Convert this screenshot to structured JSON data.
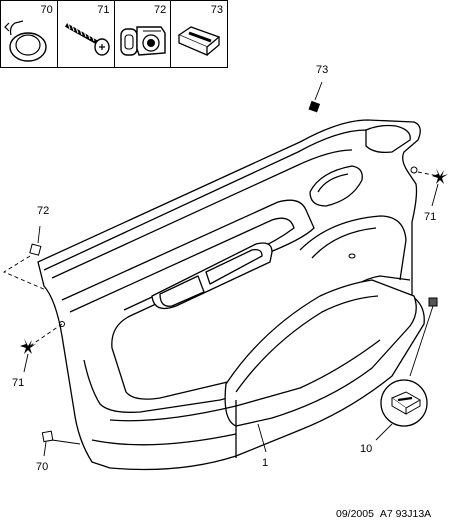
{
  "legend": {
    "cells": [
      {
        "number": "70",
        "icon": "push-clip"
      },
      {
        "number": "71",
        "icon": "screw"
      },
      {
        "number": "72",
        "icon": "clip-with-housing"
      },
      {
        "number": "73",
        "icon": "rectangular-clip"
      }
    ]
  },
  "callouts": {
    "c73": "73",
    "c72": "72",
    "c71_left": "71",
    "c70": "70",
    "c71_right": "71",
    "c10": "10",
    "c1": "1"
  },
  "footer": {
    "date": "09/2005",
    "reference": "A7 93J13A"
  }
}
